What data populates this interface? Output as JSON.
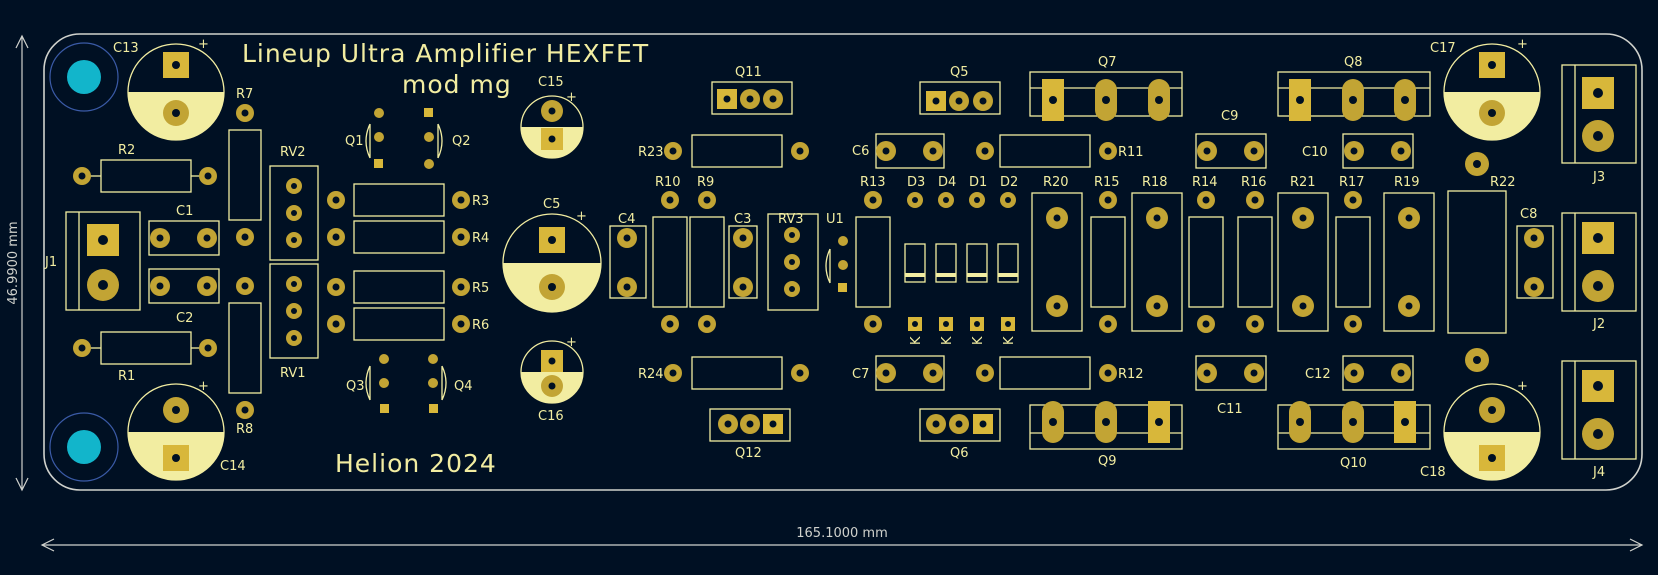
{
  "board": {
    "title_line1": "Lineup Ultra Amplifier HEXFET",
    "title_line2": "mod mg",
    "credit": "Helion 2024",
    "width_dimension": "165.1000 mm",
    "height_dimension": "46.9900 mm"
  },
  "colors": {
    "background": "#001023",
    "silkscreen": "#f2eda1",
    "pad": "#c2a434",
    "outline": "#d0d2cd",
    "mounting_hole": "#12b5cb"
  },
  "components": {
    "capacitors_electrolytic": [
      "C13",
      "C14",
      "C17",
      "C18",
      "C15",
      "C16",
      "C5"
    ],
    "capacitors": [
      "C1",
      "C2",
      "C3",
      "C4",
      "C6",
      "C7",
      "C8",
      "C9",
      "C10",
      "C11",
      "C12"
    ],
    "resistors": [
      "R1",
      "R2",
      "R3",
      "R4",
      "R5",
      "R6",
      "R7",
      "R8",
      "R9",
      "R10",
      "R11",
      "R12",
      "R13",
      "R14",
      "R15",
      "R16",
      "R17",
      "R18",
      "R19",
      "R20",
      "R21",
      "R22",
      "R23",
      "R24"
    ],
    "trimmers": [
      "RV1",
      "RV2",
      "RV3"
    ],
    "transistors_small": [
      "Q1",
      "Q2",
      "Q3",
      "Q4",
      "U1"
    ],
    "transistors": [
      "Q5",
      "Q6",
      "Q11",
      "Q12"
    ],
    "power_transistors": [
      "Q7",
      "Q8",
      "Q9",
      "Q10"
    ],
    "diodes": [
      "D1",
      "D2",
      "D3",
      "D4"
    ],
    "diode_cathode_mark": "K",
    "connectors": [
      "J1",
      "J2",
      "J3",
      "J4"
    ]
  }
}
